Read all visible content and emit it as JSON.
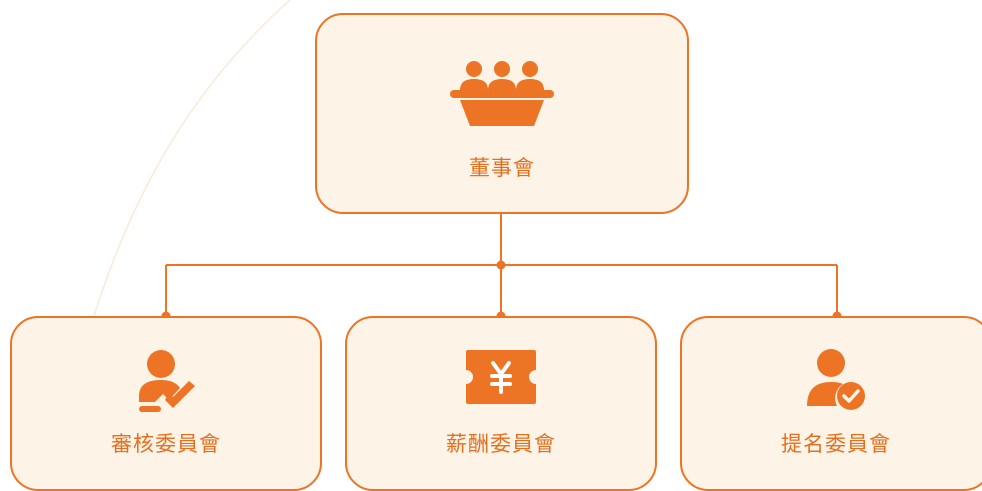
{
  "colors": {
    "accent": "#ec7424",
    "node_fill": "#fef3e7",
    "background": "#ffffff"
  },
  "diagram": {
    "root": {
      "label": "董事會",
      "icon": "board-meeting-icon"
    },
    "children": [
      {
        "label": "審核委員會",
        "icon": "user-approval-icon"
      },
      {
        "label": "薪酬委員會",
        "icon": "yen-ticket-icon"
      },
      {
        "label": "提名委員會",
        "icon": "user-check-icon"
      }
    ]
  }
}
